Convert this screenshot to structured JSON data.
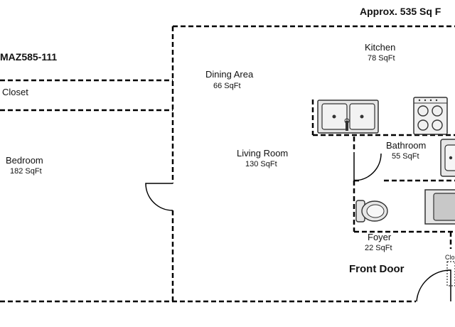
{
  "plan": {
    "area_text": "Approx. 535 Sq F",
    "unit_code": "MAZ585-111",
    "front_door": "Front Door"
  },
  "rooms": {
    "kitchen": {
      "name": "Kitchen",
      "area": "78 SqFt"
    },
    "dining": {
      "name": "Dining Area",
      "area": "66 SqFt"
    },
    "closet": {
      "name": "Closet"
    },
    "living": {
      "name": "Living Room",
      "area": "130 SqFt"
    },
    "bedroom": {
      "name": "Bedroom",
      "area": "182 SqFt"
    },
    "bathroom": {
      "name": "Bathroom",
      "area": "55 SqFt"
    },
    "foyer": {
      "name": "Foyer",
      "area": "22 SqFt"
    },
    "small_closet": {
      "name": "Clo"
    }
  },
  "colors": {
    "wall": "#000000",
    "fixture": "#e6e6e6",
    "fixture_stroke": "#333333"
  }
}
